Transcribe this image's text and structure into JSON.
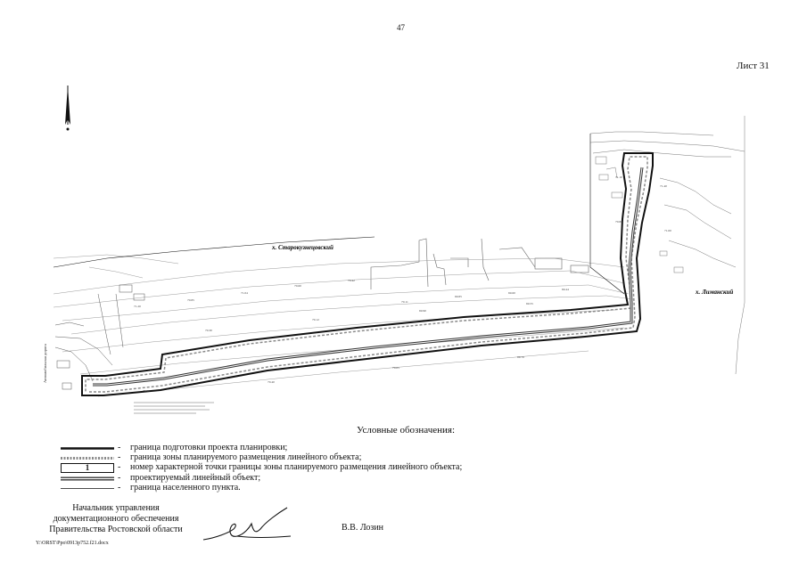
{
  "page_number": "47",
  "sheet_label": "Лист 31",
  "map": {
    "village_left": "х. Старокузнецовский",
    "village_right": "х. Лиманский",
    "road_label": "Автомобильная дорога"
  },
  "legend": {
    "title": "Условные обозначения:",
    "items": [
      {
        "symbol": "thick-black-line",
        "text": "граница подготовки проекта планировки;"
      },
      {
        "symbol": "gray-dashed-line",
        "text": "граница зоны планируемого размещения линейного объекта;"
      },
      {
        "symbol": "number-box",
        "label": "1",
        "text": "номер характерной точки границы зоны планируемого размещения линейного объекта;"
      },
      {
        "symbol": "double-line",
        "text": "проектируемый линейный объект;"
      },
      {
        "symbol": "thin-line",
        "text": "граница населенного пункта."
      }
    ]
  },
  "signature": {
    "position_lines": [
      "Начальник управления",
      "документационного обеспечения",
      "Правительства Ростовской области"
    ],
    "name": "В.В. Лозин"
  },
  "file_path": "Y:\\ORST\\Ppo\\0913p752.f21.docx",
  "colors": {
    "ink": "#111111",
    "gray": "#8a8a8a",
    "light": "#bdbdbd"
  }
}
